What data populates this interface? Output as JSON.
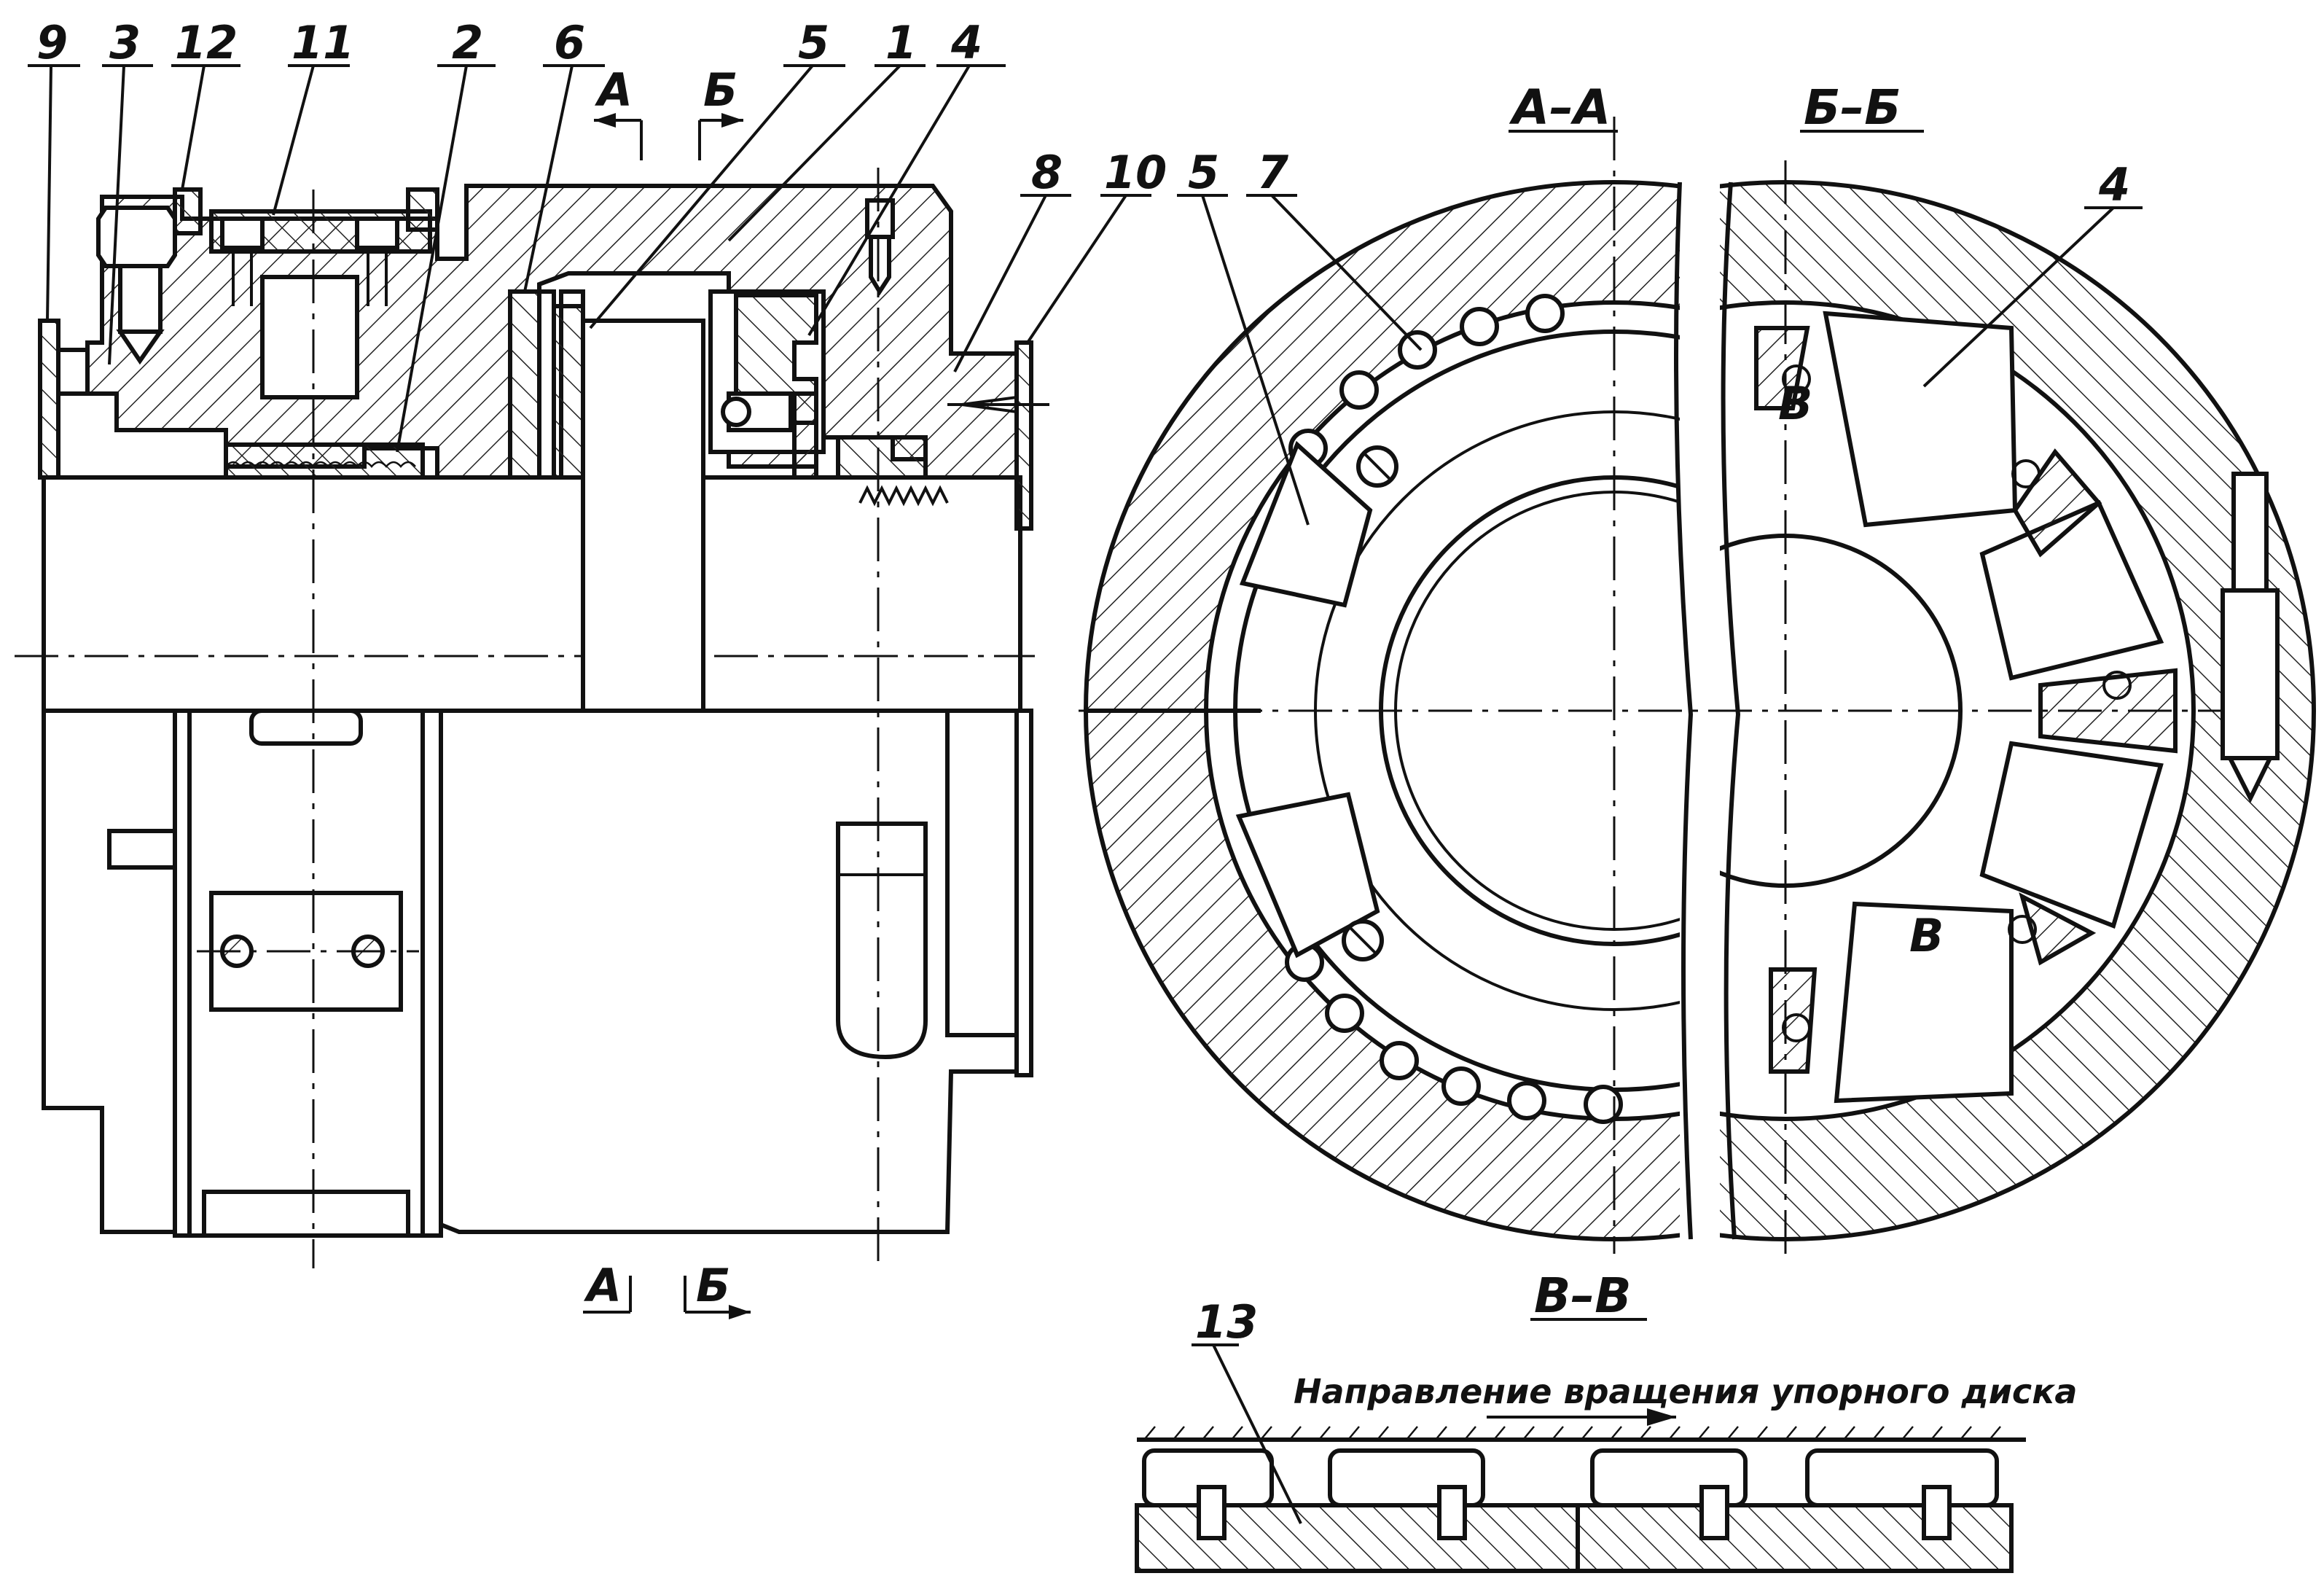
{
  "callouts": {
    "p9": "9",
    "p3": "3",
    "p12": "12",
    "p11": "11",
    "p2": "2",
    "p6": "6",
    "p5": "5",
    "p1": "1",
    "p4": "4",
    "p8": "8",
    "p10": "10",
    "r5": "5",
    "r7": "7",
    "r4": "4",
    "p13": "13"
  },
  "section_marks": {
    "a": "А",
    "b": "Б",
    "a_bottom": "А",
    "b_bottom": "Б",
    "in_view_b": "В",
    "in_view_b2": "В"
  },
  "section_titles": {
    "aa": "А–А",
    "bb": "Б–Б",
    "vv": "В–В"
  },
  "caption": "Направление вращения упорного диска"
}
